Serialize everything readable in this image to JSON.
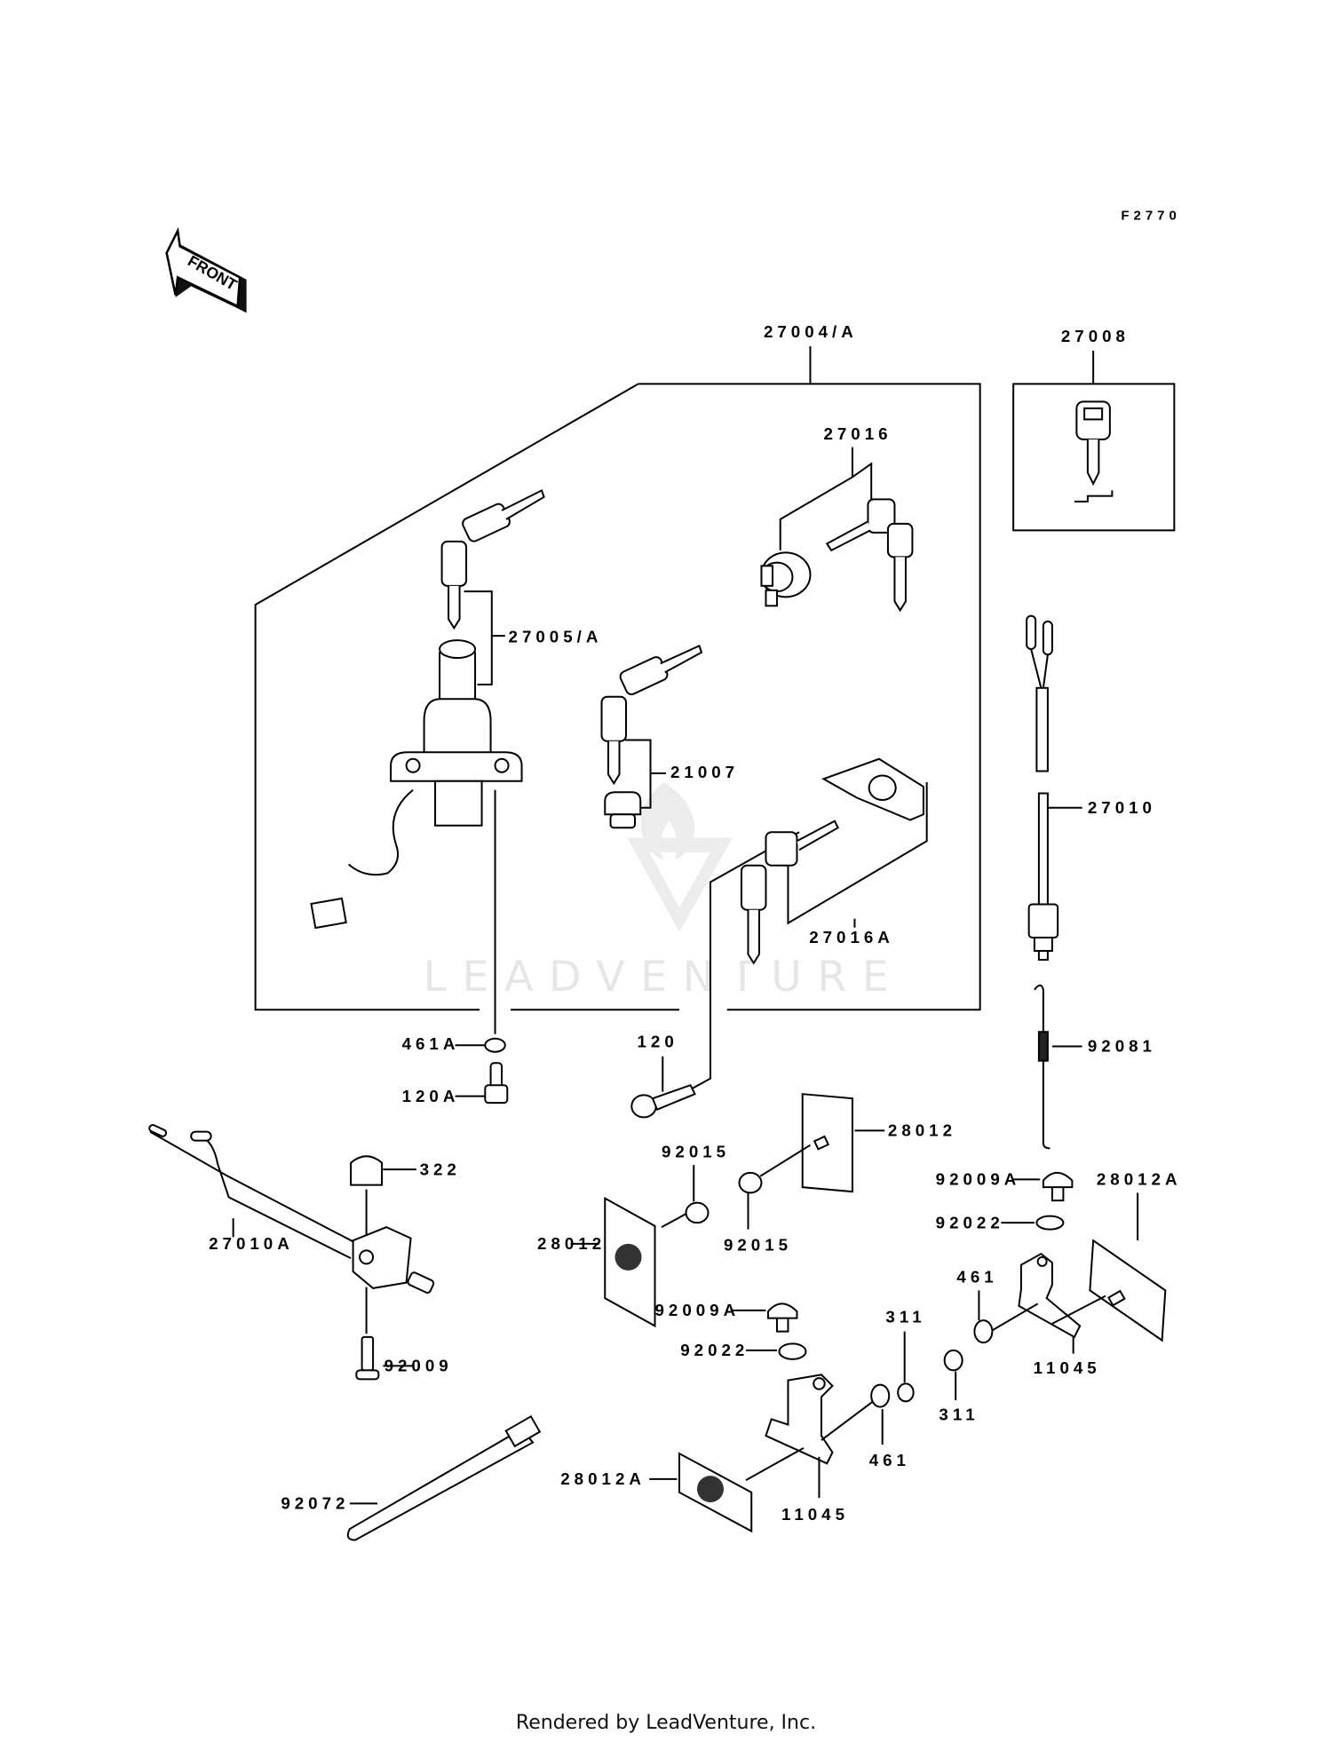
{
  "diagram": {
    "figure_code": "F2770",
    "front_arrow_label": "FRONT",
    "watermark": "LEADVENTURE",
    "group_label": "27004/A",
    "labels": {
      "p27008": "27008",
      "p27016": "27016",
      "p27005A": "27005/A",
      "p21007": "21007",
      "p27016A": "27016A",
      "p27010": "27010",
      "p92081": "92081",
      "p461A": "461A",
      "p120A": "120A",
      "p120": "120",
      "p322": "322",
      "p27010A": "27010A",
      "p92009": "92009",
      "p92015a": "92015",
      "p92015b": "92015",
      "p28012a": "28012",
      "p28012b": "28012",
      "p92009Aa": "92009A",
      "p92022a": "92022",
      "p92009Ab": "92009A",
      "p92022b": "92022",
      "p28012Aa": "28012A",
      "p28012Ab": "28012A",
      "p461a": "461",
      "p461b": "461",
      "p311a": "311",
      "p311b": "311",
      "p11045a": "11045",
      "p11045b": "11045",
      "p92072": "92072"
    }
  },
  "footer": {
    "text": "Rendered by LeadVenture, Inc."
  }
}
